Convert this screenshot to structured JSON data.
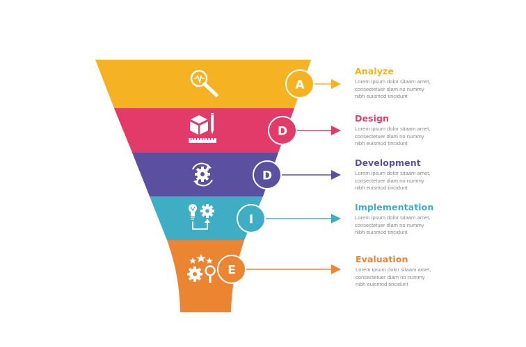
{
  "diagram": {
    "type": "funnel",
    "stages": [
      {
        "letter": "A",
        "title": "Analyze",
        "description_lines": [
          "Lorem ipsum dolor sitaam amet,",
          "consectetuer diam no nummy",
          "nibh euismod tincidunt"
        ],
        "color": "#F5B324",
        "icon": "magnifier-pulse-icon"
      },
      {
        "letter": "D",
        "title": "Design",
        "description_lines": [
          "Lorem ipsum dolor sitaam amet,",
          "consectetuer diam no nummy",
          "nibh euismod tincidunt"
        ],
        "color": "#E23B69",
        "icon": "cube-pencil-ruler-icon"
      },
      {
        "letter": "D",
        "title": "Development",
        "description_lines": [
          "Lorem ipsum dolor sitaam amet,",
          "consectetuer diam no nummy",
          "nibh euismod tincidunt"
        ],
        "color": "#5B4FA0",
        "icon": "gear-cycle-icon"
      },
      {
        "letter": "I",
        "title": "Implementation",
        "description_lines": [
          "Lorem ipsum dolor sitaam amet,",
          "consectetuer diam no nummy",
          "nibh euismod tincidunt"
        ],
        "color": "#3FAEC4",
        "icon": "bulb-gear-flow-icon"
      },
      {
        "letter": "E",
        "title": "Evaluation",
        "description_lines": [
          "Lorem ipsum dolor sitaam amet,",
          "consectetuer diam no nummy",
          "nibh euismod tincidunt"
        ],
        "color": "#EC8532",
        "icon": "stars-gear-magnifier-icon"
      }
    ]
  }
}
